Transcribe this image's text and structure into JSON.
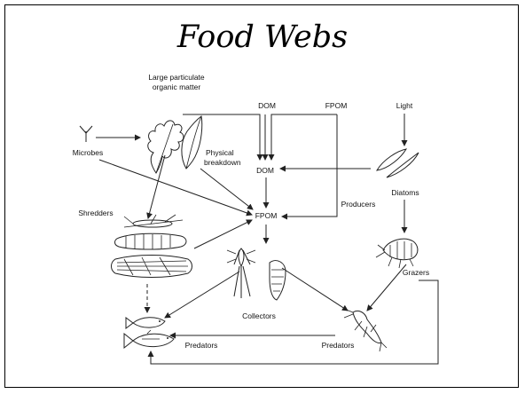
{
  "slide": {
    "title": "Food Webs"
  },
  "diagram": {
    "labels": {
      "lpom_line1": "Large particulate",
      "lpom_line2": "organic matter",
      "dom_top": "DOM",
      "fpom_top": "FPOM",
      "light": "Light",
      "microbes": "Microbes",
      "physical_line1": "Physical",
      "physical_line2": "breakdown",
      "dom_mid": "DOM",
      "diatoms": "Diatoms",
      "shredders": "Shredders",
      "fpom_mid": "FPOM",
      "producers": "Producers",
      "grazers": "Grazers",
      "collectors": "Collectors",
      "predators_left": "Predators",
      "predators_right": "Predators"
    },
    "nodes": [
      "Large particulate organic matter",
      "DOM",
      "FPOM",
      "Light",
      "Microbes",
      "Physical breakdown",
      "Diatoms",
      "Shredders",
      "Producers",
      "Grazers",
      "Collectors",
      "Predators"
    ]
  },
  "colors": {
    "background": "#ffffff",
    "ink": "#111111",
    "border": "#000000"
  }
}
